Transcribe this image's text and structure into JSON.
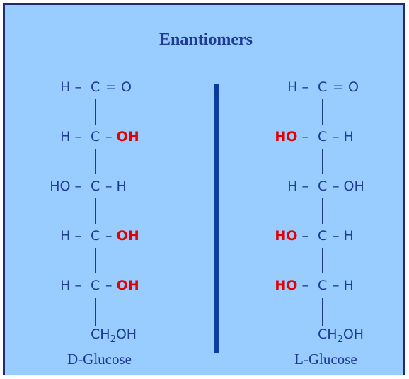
{
  "title": "Enantiomers",
  "molecules": [
    {
      "name": "D-Glucose",
      "rows": [
        {
          "left": "H –",
          "center": "C",
          "right": "= O",
          "red": "",
          "red_side": ""
        },
        {
          "left": "H –",
          "center": "C",
          "right": "– ",
          "red": "OH",
          "red_side": "right"
        },
        {
          "left": "HO –",
          "center": "C",
          "right": "– H",
          "red": "",
          "red_side": ""
        },
        {
          "left": "H –",
          "center": "C",
          "right": "– ",
          "red": "OH",
          "red_side": "right"
        },
        {
          "left": "H –",
          "center": "C",
          "right": "– ",
          "red": "OH",
          "red_side": "right"
        }
      ],
      "bottom_main": "CH",
      "bottom_sub": "2",
      "bottom_tail": "OH"
    },
    {
      "name": "L-Glucose",
      "rows": [
        {
          "left": "H –",
          "center": "C",
          "right": "= O",
          "red": "",
          "red_side": ""
        },
        {
          "left": " –",
          "center": "C",
          "right": "– H",
          "red": "HO",
          "red_side": "left"
        },
        {
          "left": "H –",
          "center": "C",
          "right": "– OH",
          "red": "",
          "red_side": ""
        },
        {
          "left": " –",
          "center": "C",
          "right": "– H",
          "red": "HO",
          "red_side": "left"
        },
        {
          "left": " –",
          "center": "C",
          "right": "– H",
          "red": "HO",
          "red_side": "left"
        }
      ],
      "bottom_main": "CH",
      "bottom_sub": "2",
      "bottom_tail": "OH"
    }
  ],
  "colors": {
    "background": "#99ccff",
    "border": "#1f2c73",
    "text": "#1f3a93",
    "highlight": "#e60000",
    "divider": "#0a3d9c"
  }
}
